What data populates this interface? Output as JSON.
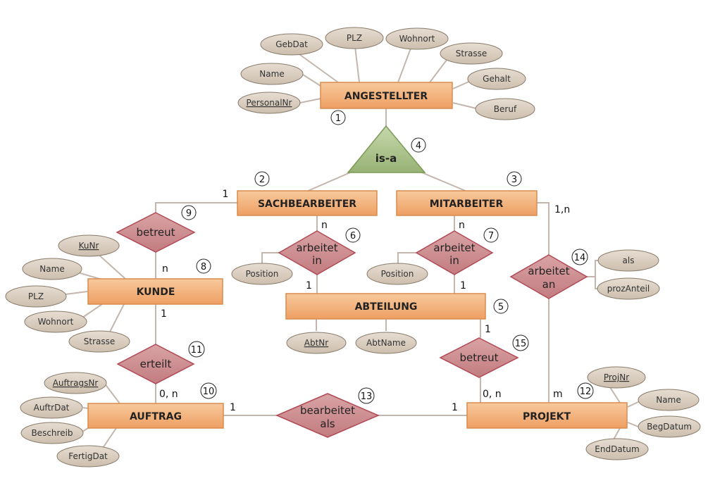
{
  "entities": {
    "angestellter": "ANGESTELLTER",
    "sachbearbeiter": "SACHBEARBEITER",
    "mitarbeiter": "MITARBEITER",
    "kunde": "KUNDE",
    "abteilung": "ABTEILUNG",
    "auftrag": "AUFTRAG",
    "projekt": "PROJEKT"
  },
  "isa_label": "is-a",
  "relationships": {
    "betreut_kunde": [
      "betreut"
    ],
    "arbeitet_in_sach": [
      "arbeitet",
      "in"
    ],
    "arbeitet_in_mit": [
      "arbeitet",
      "in"
    ],
    "arbeitet_an": [
      "arbeitet",
      "an"
    ],
    "erteilt": [
      "erteilt"
    ],
    "betreut_projekt": [
      "betreut"
    ],
    "bearbeitet_als": [
      "bearbeitet",
      "als"
    ]
  },
  "attributes": {
    "angestellter": [
      {
        "label": "GebDat",
        "key": false
      },
      {
        "label": "PLZ",
        "key": false
      },
      {
        "label": "Wohnort",
        "key": false
      },
      {
        "label": "Name",
        "key": false
      },
      {
        "label": "PersonalNr",
        "key": true
      },
      {
        "label": "Strasse",
        "key": false
      },
      {
        "label": "Gehalt",
        "key": false
      },
      {
        "label": "Beruf",
        "key": false
      }
    ],
    "kunde": [
      {
        "label": "KuNr",
        "key": true
      },
      {
        "label": "Name",
        "key": false
      },
      {
        "label": "PLZ",
        "key": false
      },
      {
        "label": "Wohnort",
        "key": false
      },
      {
        "label": "Strasse",
        "key": false
      }
    ],
    "arbeitet_in_sach": [
      {
        "label": "Position",
        "key": false
      }
    ],
    "arbeitet_in_mit": [
      {
        "label": "Position",
        "key": false
      }
    ],
    "abteilung": [
      {
        "label": "AbtNr",
        "key": true
      },
      {
        "label": "AbtName",
        "key": false
      }
    ],
    "arbeitet_an": [
      {
        "label": "als",
        "key": false
      },
      {
        "label": "prozAnteil",
        "key": false
      }
    ],
    "auftrag": [
      {
        "label": "AuftragsNr",
        "key": true
      },
      {
        "label": "AuftrDat",
        "key": false
      },
      {
        "label": "Beschreib",
        "key": false
      },
      {
        "label": "FertigDat",
        "key": false
      }
    ],
    "projekt": [
      {
        "label": "ProjNr",
        "key": true
      },
      {
        "label": "Name",
        "key": false
      },
      {
        "label": "BegDatum",
        "key": false
      },
      {
        "label": "EndDatum",
        "key": false
      }
    ]
  },
  "cardinalities": {
    "sach_betreut": "1",
    "betreut_kunde": "n",
    "sach_arbeitet_in": "n",
    "arbeitet_in_abt_left": "1",
    "mit_arbeitet_in": "n",
    "arbeitet_in_abt_right": "1",
    "mit_arbeitet_an": "1,n",
    "kunde_erteilt": "1",
    "erteilt_auftrag": "0, n",
    "abt_betreut": "1",
    "betreut_projekt": "0, n",
    "arbeitet_an_projekt": "m",
    "auftrag_bearbeitet": "1",
    "bearbeitet_projekt": "1"
  },
  "numbers": [
    "1",
    "2",
    "3",
    "4",
    "5",
    "6",
    "7",
    "8",
    "9",
    "10",
    "11",
    "12",
    "13",
    "14",
    "15"
  ],
  "colors": {
    "entity_fill": "#f2b27e",
    "entity_stroke": "#d98c4e",
    "relationship_fill": "#c98b8e",
    "relationship_stroke": "#b14a55",
    "isa_fill": "#a9c08a",
    "isa_stroke": "#7a9a55",
    "attribute_fill": "#d8cdbe",
    "attribute_stroke": "#8a7b6a",
    "line": "#c4b6ad"
  }
}
